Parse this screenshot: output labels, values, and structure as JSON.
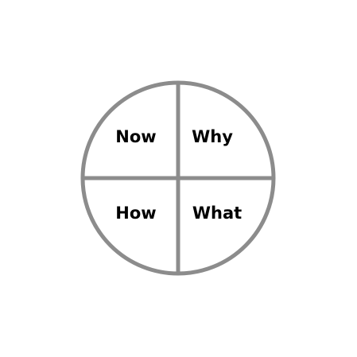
{
  "diagram": {
    "stroke_color": "#8c8c8c",
    "background": "#ffffff",
    "text_color": "#000000",
    "quadrants": {
      "top_left": "Now",
      "top_right": "Why",
      "bottom_left": "How",
      "bottom_right": "What"
    }
  }
}
